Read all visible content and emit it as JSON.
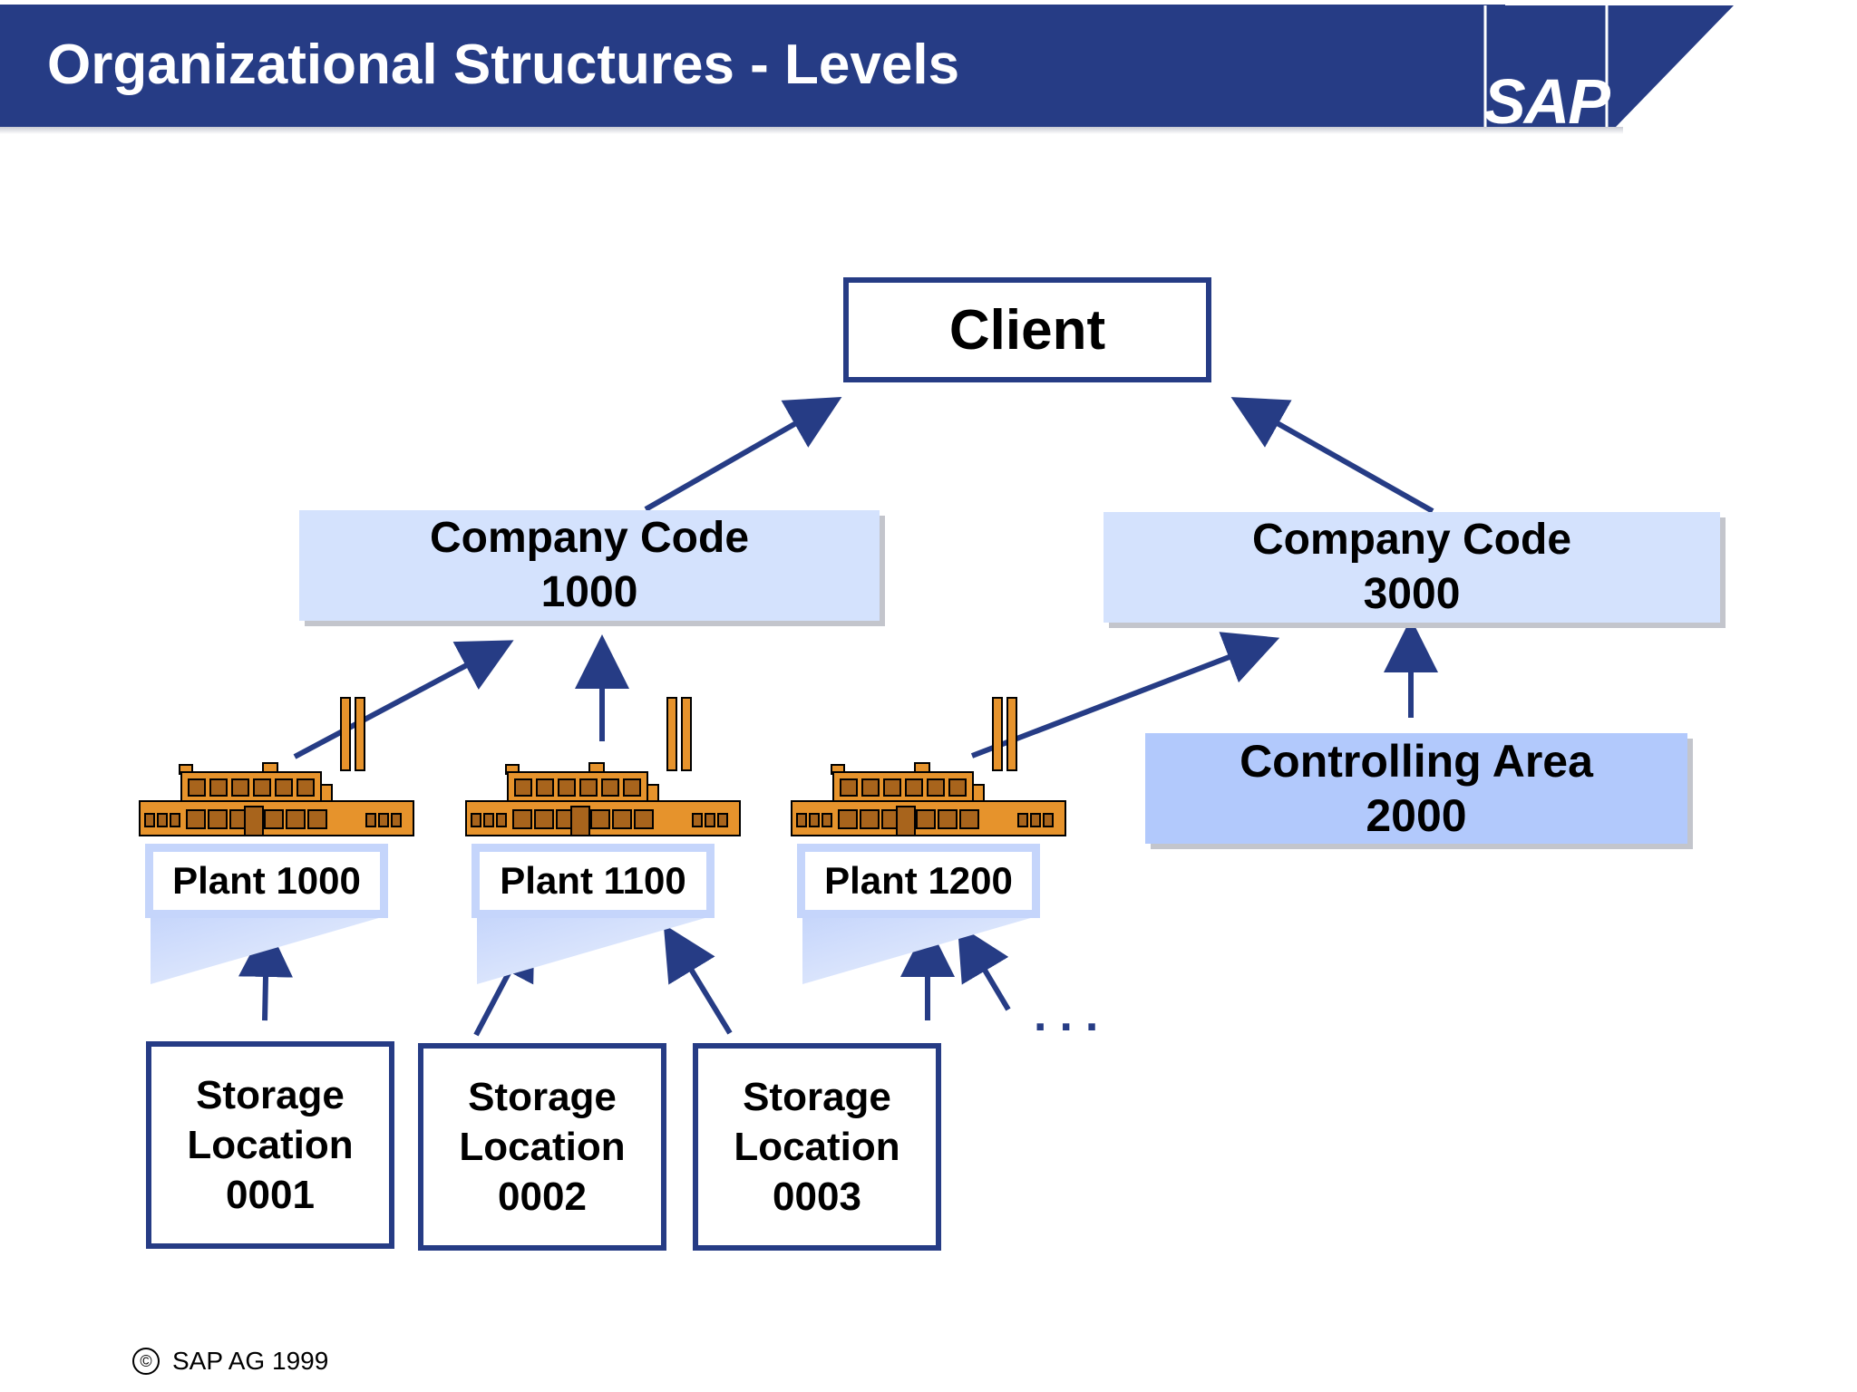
{
  "header": {
    "title": "Organizational Structures - Levels",
    "logo_text": "SAP"
  },
  "colors": {
    "header": "#263c85",
    "company_code_fill": "#d4e2fd",
    "controlling_fill": "#b2c9fc",
    "arrow": "#263c85"
  },
  "client": {
    "label": "Client"
  },
  "company_codes": [
    {
      "label": "Company Code",
      "number": "1000"
    },
    {
      "label": "Company Code",
      "number": "3000"
    }
  ],
  "controlling_area": {
    "label": "Controlling Area",
    "number": "2000"
  },
  "plants": [
    {
      "label": "Plant 1000",
      "icon": "factory-icon"
    },
    {
      "label": "Plant 1100",
      "icon": "factory-icon"
    },
    {
      "label": "Plant 1200",
      "icon": "factory-icon"
    }
  ],
  "storage_locations": [
    {
      "line1": "Storage",
      "line2": "Location",
      "number": "0001"
    },
    {
      "line1": "Storage",
      "line2": "Location",
      "number": "0002"
    },
    {
      "line1": "Storage",
      "line2": "Location",
      "number": "0003"
    }
  ],
  "more_indicator": "...",
  "footer": {
    "copyright_symbol": "©",
    "text": "SAP AG 1999"
  }
}
